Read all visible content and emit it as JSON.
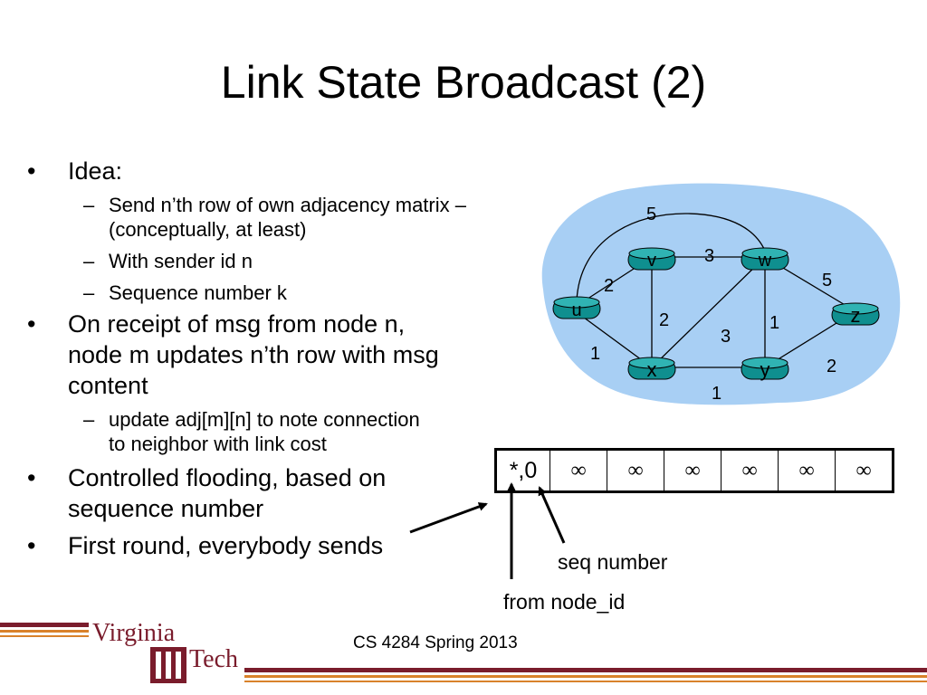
{
  "title": "Link State Broadcast (2)",
  "bullets": {
    "idea": "Idea:",
    "sub1_line1": "Send n’th row of own adjacency matrix –",
    "sub1_line2": "(conceptually, at least)",
    "sub2": "With sender id n",
    "sub3": "Sequence number k",
    "receipt_line1": "On receipt of msg from node n,",
    "receipt_line2": "node m updates n’th row with msg",
    "receipt_line3": "content",
    "sub4_line1": "update adj[m][n] to note connection",
    "sub4_line2": "to neighbor with link cost",
    "flood_line1": "Controlled flooding, based on",
    "flood_line2": "sequence number",
    "first_round": "First round, everybody sends",
    "bullet_symbol": "•",
    "dash_symbol": "–"
  },
  "graph": {
    "nodes": [
      "u",
      "v",
      "w",
      "x",
      "y",
      "z"
    ],
    "edges": [
      {
        "from": "u",
        "to": "v",
        "cost": "2"
      },
      {
        "from": "u",
        "to": "x",
        "cost": "1"
      },
      {
        "from": "u",
        "to": "w",
        "cost": "5"
      },
      {
        "from": "v",
        "to": "w",
        "cost": "3"
      },
      {
        "from": "v",
        "to": "x",
        "cost": "2"
      },
      {
        "from": "w",
        "to": "x",
        "cost": "3"
      },
      {
        "from": "w",
        "to": "y",
        "cost": "1"
      },
      {
        "from": "w",
        "to": "z",
        "cost": "5"
      },
      {
        "from": "x",
        "to": "y",
        "cost": "1"
      },
      {
        "from": "y",
        "to": "z",
        "cost": "2"
      }
    ],
    "colors": {
      "cloud": "#a8cff4",
      "router": "#0f8f8f",
      "router_top": "#30b3b3"
    }
  },
  "message_table": {
    "cells": [
      "*,0",
      "∞",
      "∞",
      "∞",
      "∞",
      "∞",
      "∞"
    ]
  },
  "annotations": {
    "seq_number": "seq number",
    "from_node": "from node_id"
  },
  "footer": {
    "course": "CS 4284 Spring 2013",
    "logo_text_top": "Virginia",
    "logo_text_bottom": "Tech",
    "logo_colors": {
      "maroon": "#7a1c2c",
      "orange": "#d9822b"
    }
  }
}
